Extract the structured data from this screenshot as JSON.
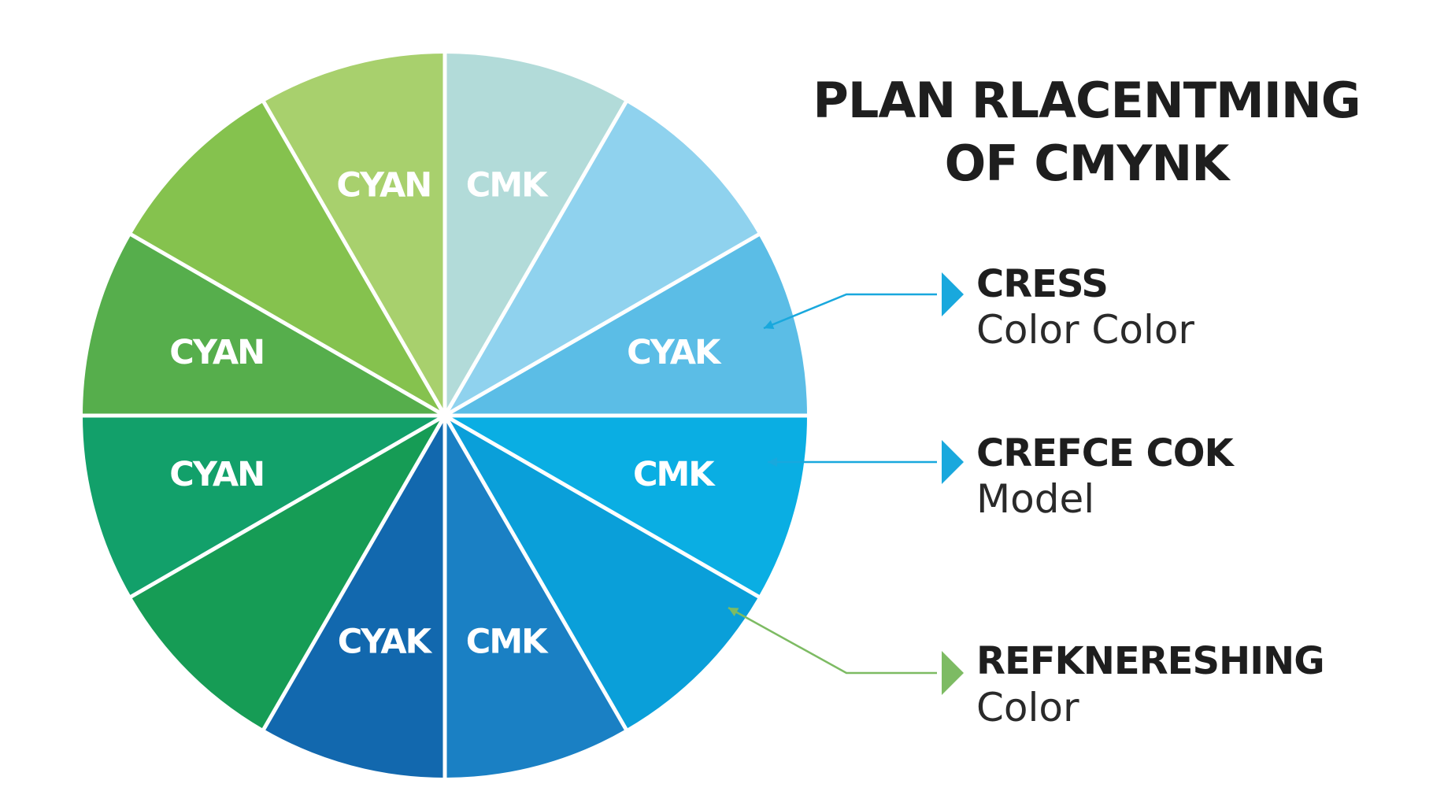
{
  "title": {
    "line1": "PLAN RLACENTMING",
    "line2": "OF CMYNK"
  },
  "wheel": {
    "segments": [
      {
        "color": "#b2dbd9",
        "label": "CMK"
      },
      {
        "color": "#8fd2ee",
        "label": ""
      },
      {
        "color": "#5bbde6",
        "label": "CYAK"
      },
      {
        "color": "#0aaee3",
        "label": "CMK"
      },
      {
        "color": "#0a9fd9",
        "label": ""
      },
      {
        "color": "#1a80c4",
        "label": "CMK"
      },
      {
        "color": "#1268ae",
        "label": "CYAK"
      },
      {
        "color": "#169c55",
        "label": ""
      },
      {
        "color": "#12a06a",
        "label": "CYAN"
      },
      {
        "color": "#56ae4c",
        "label": "CYAN"
      },
      {
        "color": "#85c24e",
        "label": ""
      },
      {
        "color": "#a8d06d",
        "label": "CYAN"
      }
    ]
  },
  "legend": [
    {
      "heading": "CRESS",
      "sub": "Color Color",
      "color": "#19a8dd"
    },
    {
      "heading": "CREFCE COK",
      "sub": "Model",
      "color": "#19a8dd"
    },
    {
      "heading": "REFKNERESHING",
      "sub": "Color",
      "color": "#7dbb63"
    }
  ]
}
